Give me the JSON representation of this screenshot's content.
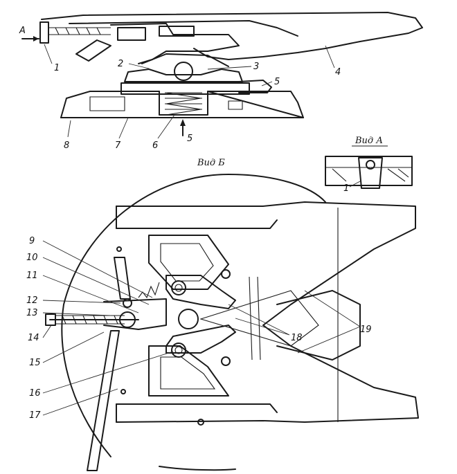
{
  "drawing": {
    "views": {
      "view_a": "Вид А",
      "view_b": "Вид Б"
    },
    "arrow_a": "А",
    "callouts": [
      "1",
      "2",
      "3",
      "4",
      "5",
      "6",
      "7",
      "8",
      "9",
      "10",
      "11",
      "12",
      "13",
      "14",
      "15",
      "16",
      "17",
      "18",
      "19"
    ],
    "extra_callouts": {
      "arrow_5": "5",
      "view_a_1": "1"
    }
  }
}
